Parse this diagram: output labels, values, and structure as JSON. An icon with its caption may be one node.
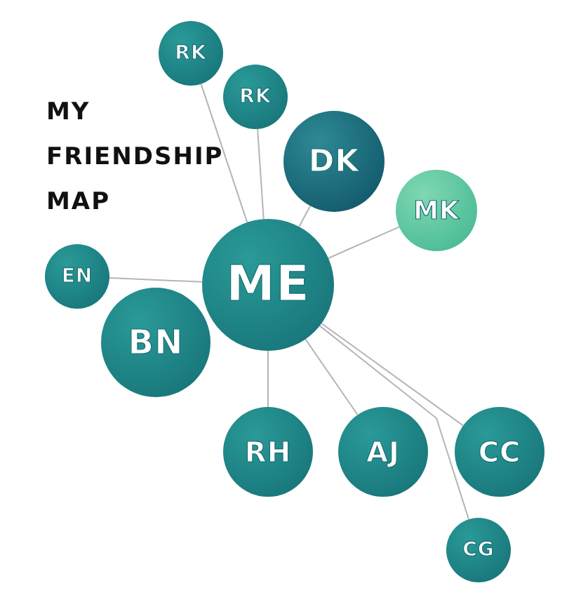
{
  "diagram": {
    "title": "MY FRIENDSHIP MAP",
    "nodes": [
      {
        "text": [
          "RK"
        ]
      },
      {
        "text": [
          "RK"
        ]
      },
      {
        "text": [
          "DK"
        ]
      },
      {
        "text": [
          "MK"
        ]
      },
      {
        "text": [
          "ME"
        ]
      },
      {
        "text": [
          "EN"
        ]
      },
      {
        "text": [
          "BN"
        ]
      },
      {
        "text": [
          "RH"
        ]
      },
      {
        "text": [
          "AJ"
        ]
      },
      {
        "text": [
          "CC"
        ]
      },
      {
        "text": [
          "CG"
        ]
      }
    ],
    "edges": [
      {
        "from": 0,
        "to": 4,
        "arrow": "none"
      },
      {
        "from": 1,
        "to": 4,
        "arrow": "none"
      },
      {
        "from": 2,
        "to": 4,
        "arrow": "none"
      },
      {
        "from": 3,
        "to": 4,
        "arrow": "none"
      },
      {
        "from": 5,
        "to": 4,
        "arrow": "none"
      },
      {
        "from": 4,
        "to": 7,
        "arrow": "none"
      },
      {
        "from": 4,
        "to": 8,
        "arrow": "none"
      },
      {
        "from": 4,
        "to": 10,
        "arrow": "none"
      },
      {
        "from": 4,
        "to": 9,
        "arrow": "none"
      }
    ]
  }
}
